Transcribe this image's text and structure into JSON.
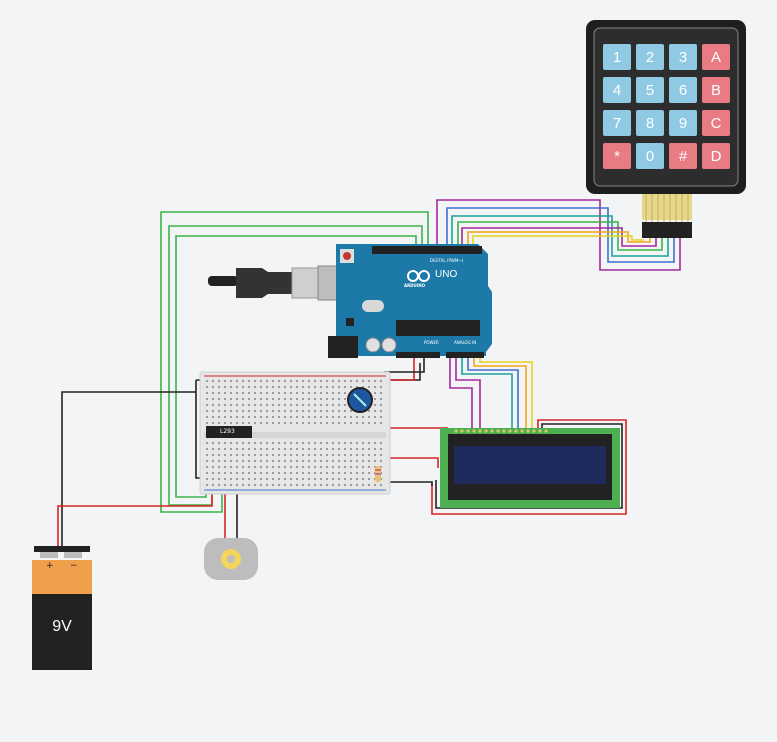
{
  "keypad": {
    "keys": [
      {
        "label": "1",
        "kind": "digit"
      },
      {
        "label": "2",
        "kind": "digit"
      },
      {
        "label": "3",
        "kind": "digit"
      },
      {
        "label": "A",
        "kind": "letter"
      },
      {
        "label": "4",
        "kind": "digit"
      },
      {
        "label": "5",
        "kind": "digit"
      },
      {
        "label": "6",
        "kind": "digit"
      },
      {
        "label": "B",
        "kind": "letter"
      },
      {
        "label": "7",
        "kind": "digit"
      },
      {
        "label": "8",
        "kind": "digit"
      },
      {
        "label": "9",
        "kind": "digit"
      },
      {
        "label": "C",
        "kind": "letter"
      },
      {
        "label": "*",
        "kind": "letter"
      },
      {
        "label": "0",
        "kind": "digit"
      },
      {
        "label": "#",
        "kind": "letter"
      },
      {
        "label": "D",
        "kind": "letter"
      }
    ]
  },
  "arduino": {
    "model": "UNO",
    "brand": "ARDUINO",
    "digital_label": "DIGITAL (PWM~)",
    "power_label": "POWER",
    "analog_label": "ANALOG IN"
  },
  "driver_ic": {
    "label": "L293"
  },
  "battery": {
    "label": "9V",
    "plus": "+",
    "minus": "−"
  },
  "colors": {
    "digit_key": "#8fc9e3",
    "letter_key": "#e97b84",
    "arduino": "#1d79a8",
    "lcd_board": "#4caf50",
    "lcd_screen": "#1e2b5c",
    "wire_green": "#3cb44b",
    "wire_red": "#d62424",
    "wire_black": "#222222",
    "wire_purple": "#a3299b",
    "wire_teal": "#1aa49a",
    "wire_orange": "#f5a31a",
    "wire_yellow": "#e8d21d",
    "wire_blue": "#3f6fd1",
    "battery_top": "#f0a04b"
  }
}
